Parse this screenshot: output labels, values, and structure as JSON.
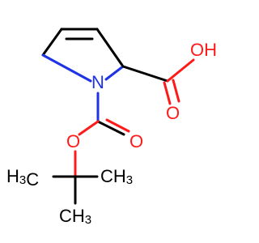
{
  "molecule": {
    "atoms": {
      "nitrogen": "N",
      "carboxylic_oxygen_1": "O",
      "carboxylic_oh": "OH",
      "ester_oxygen": "O",
      "carbonyl_oxygen": "O",
      "methyl_left": "H3C",
      "methyl_right": "CH3",
      "methyl_bottom": "CH3"
    },
    "colors": {
      "carbon": "#000000",
      "nitrogen": "#1f33e6",
      "oxygen": "#ff1a1a"
    }
  }
}
